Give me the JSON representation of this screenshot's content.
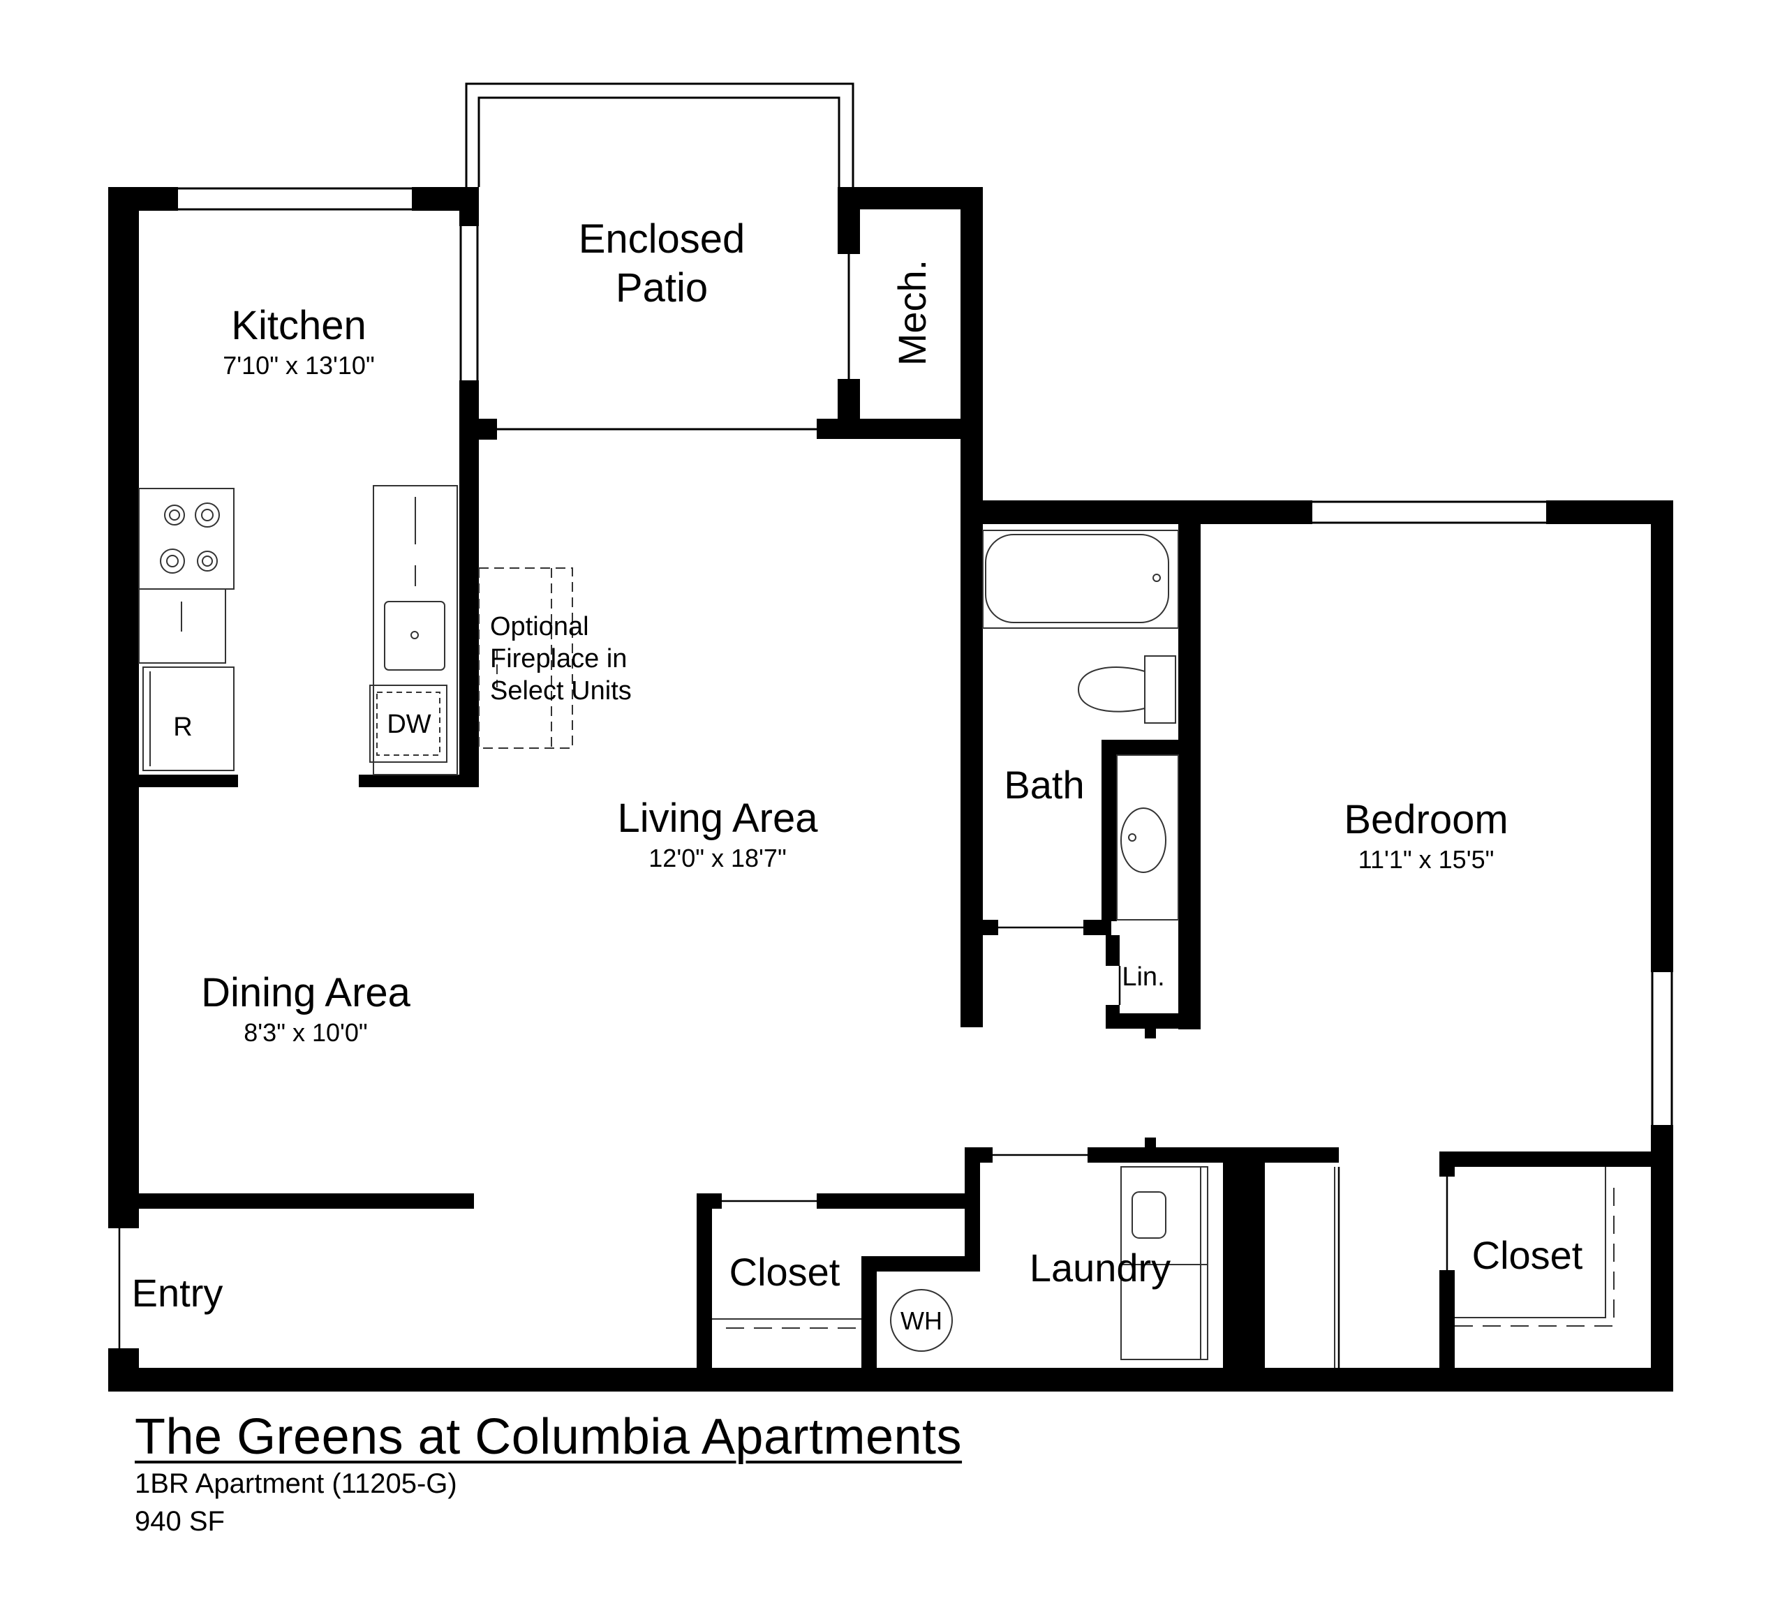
{
  "rooms": {
    "enclosed_patio": {
      "line1": "Enclosed",
      "line2": "Patio"
    },
    "mech": {
      "label": "Mech."
    },
    "kitchen": {
      "label": "Kitchen",
      "size": "7'10\" x 13'10\""
    },
    "fireplace": {
      "line1": "Optional",
      "line2": "Fireplace in",
      "line3": "Select Units"
    },
    "bath": {
      "label": "Bath"
    },
    "bedroom": {
      "label": "Bedroom",
      "size": "11'1\" x 15'5\""
    },
    "living": {
      "label": "Living Area",
      "size": "12'0\" x 18'7\""
    },
    "dining": {
      "label": "Dining Area",
      "size": "8'3\" x 10'0\""
    },
    "linen": {
      "label": "Lin."
    },
    "entry": {
      "label": "Entry"
    },
    "closet_hall": {
      "label": "Closet"
    },
    "laundry": {
      "label": "Laundry"
    },
    "closet_bedroom": {
      "label": "Closet"
    }
  },
  "fixtures": {
    "refrigerator": "R",
    "dishwasher": "DW",
    "water_heater": "WH"
  },
  "footer": {
    "title": "The Greens at Columbia Apartments",
    "subtitle": "1BR Apartment (11205-G)",
    "area": "940 SF"
  },
  "colors": {
    "wall": "#000000",
    "background": "#ffffff",
    "fixture_line": "#333333"
  }
}
